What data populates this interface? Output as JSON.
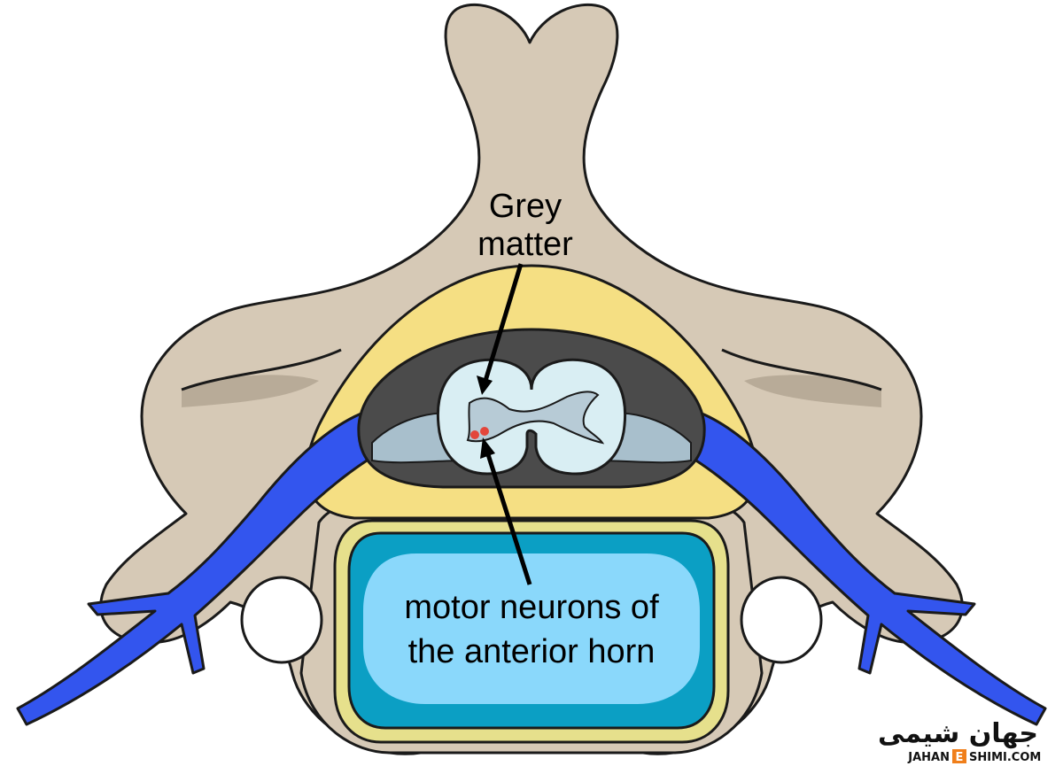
{
  "labels": {
    "grey_line1": "Grey",
    "grey_line2": "matter",
    "motor_line1": "motor neurons of",
    "motor_line2": "the anterior horn"
  },
  "watermark": {
    "arabic_text": "جهان شیمی",
    "latin_prefix": "JAHAN",
    "latin_letter": "E",
    "latin_suffix": "SHIMI.COM"
  },
  "colors": {
    "bone": "#d6c9b6",
    "bone_outline": "#1a1a1a",
    "dura_yellow": "#f5df83",
    "nerve_blue": "#3355ee",
    "disc_ring": "#e6e08c",
    "disc_outer": "#0b9fc4",
    "disc_inner": "#8ad8fb",
    "white_matter": "#d9eef3",
    "grey_matter": "#b7cbd6",
    "csf_dark": "#4b4b4b",
    "neuron_red": "#e3463b",
    "watermark_orange": "#f07f1b"
  }
}
